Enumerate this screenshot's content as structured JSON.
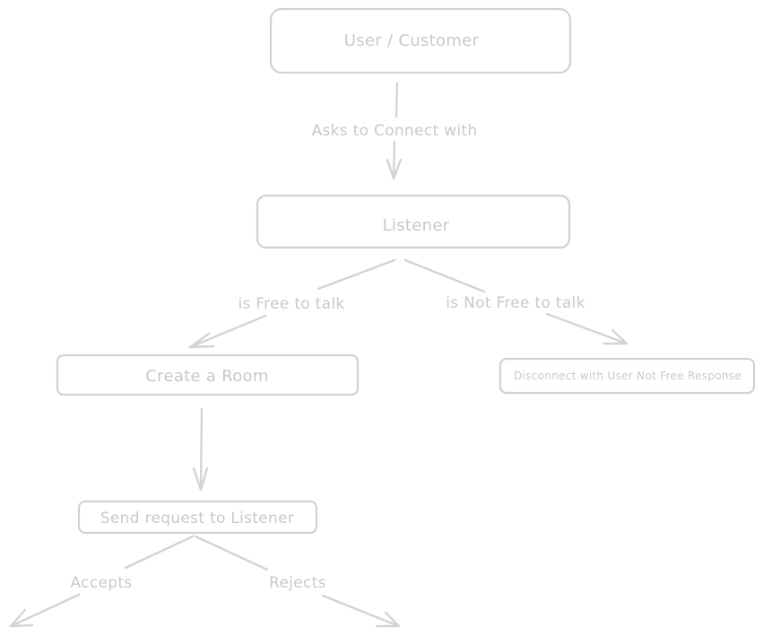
{
  "diagram": {
    "nodes": [
      {
        "id": "user",
        "label": "User / Customer"
      },
      {
        "id": "listener",
        "label": "Listener"
      },
      {
        "id": "room",
        "label": "Create a Room"
      },
      {
        "id": "disconnect",
        "label": "Disconnect with User Not Free Response"
      },
      {
        "id": "send",
        "label": "Send request to Listener"
      }
    ],
    "edges": [
      {
        "id": "e1",
        "from": "user",
        "to": "listener",
        "label": "Asks to Connect with"
      },
      {
        "id": "e2",
        "from": "listener",
        "to": "room",
        "label": "is Free to talk"
      },
      {
        "id": "e3",
        "from": "listener",
        "to": "disconnect",
        "label": "is Not Free to talk"
      },
      {
        "id": "e4",
        "from": "room",
        "to": "send",
        "label": ""
      },
      {
        "id": "e5",
        "from": "send",
        "to": "",
        "label": "Accepts"
      },
      {
        "id": "e6",
        "from": "send",
        "to": "",
        "label": "Rejects"
      }
    ]
  },
  "colors": {
    "stroke": "#d2d2d2",
    "text": "#c9c9c9",
    "background": "#ffffff"
  }
}
